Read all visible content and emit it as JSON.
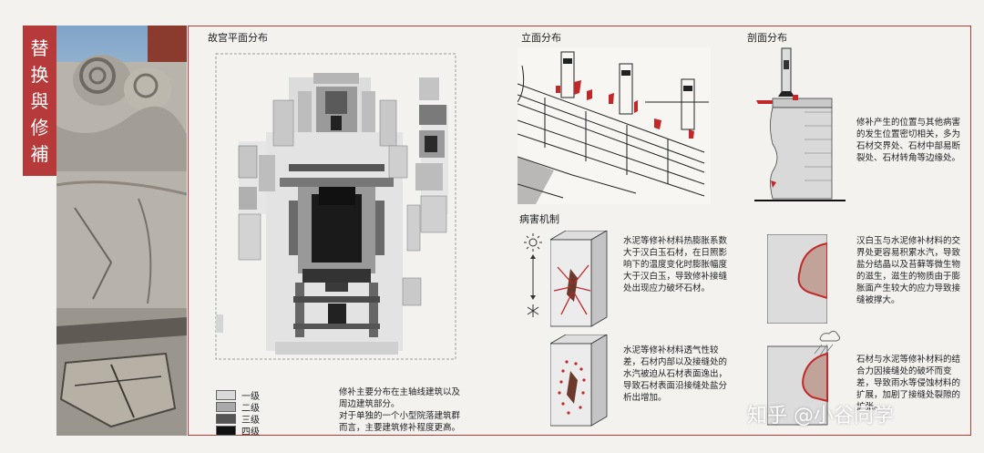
{
  "title": [
    "替",
    "换",
    "與",
    "修",
    "補"
  ],
  "sections": {
    "plan": "故宫平面分布",
    "elevation": "立面分布",
    "section": "剖面分布",
    "mechanism": "病害机制"
  },
  "legend": {
    "items": [
      {
        "label": "一级",
        "color": "#d9d9d9"
      },
      {
        "label": "二级",
        "color": "#a9a9a9"
      },
      {
        "label": "三级",
        "color": "#555555"
      },
      {
        "label": "四级",
        "color": "#111111"
      }
    ]
  },
  "text": {
    "plan_note": "修补主要分布在主轴线建筑以及周边建筑部分。\n对于单独的一个小型院落建筑群而言，主要建筑修补程度更高。",
    "section_note": "修补产生的位置与其他病害的发生位置密切相关，多为石材交界处、石材中部易断裂处、石材转角等边缘处。",
    "mech1": "水泥等修补材料热膨胀系数大于汉白玉石材，在日照影响下的温度变化时膨胀幅度大于汉白玉，导致修补接缝处出现应力破坏石材。",
    "mech2": "汉白玉与水泥修补材料的交界处更容易积累水汽，导致盐分结晶以及苔藓等微生物的滋生，滋生的物质由于膨胀面产生较大的应力导致接缝被撑大。",
    "mech3": "水泥等修补材料透气性较差，石材内部以及接缝处的水汽被迫从石材表面逸出，导致石材表面沿接缝处盐分析出增加。",
    "mech4": "石材与水泥等修补材料的结合力因接缝处的破坏而变差，导致雨水等侵蚀材料的扩展，加剧了接缝处裂隙的扩张。"
  },
  "watermark": "知乎 @小谷同学",
  "colors": {
    "accent": "#b63a3a",
    "damage": "#c0282a"
  },
  "icons": [
    "sun-icon",
    "snowflake-icon",
    "arrow-updown-icon",
    "rain-cloud-icon"
  ]
}
